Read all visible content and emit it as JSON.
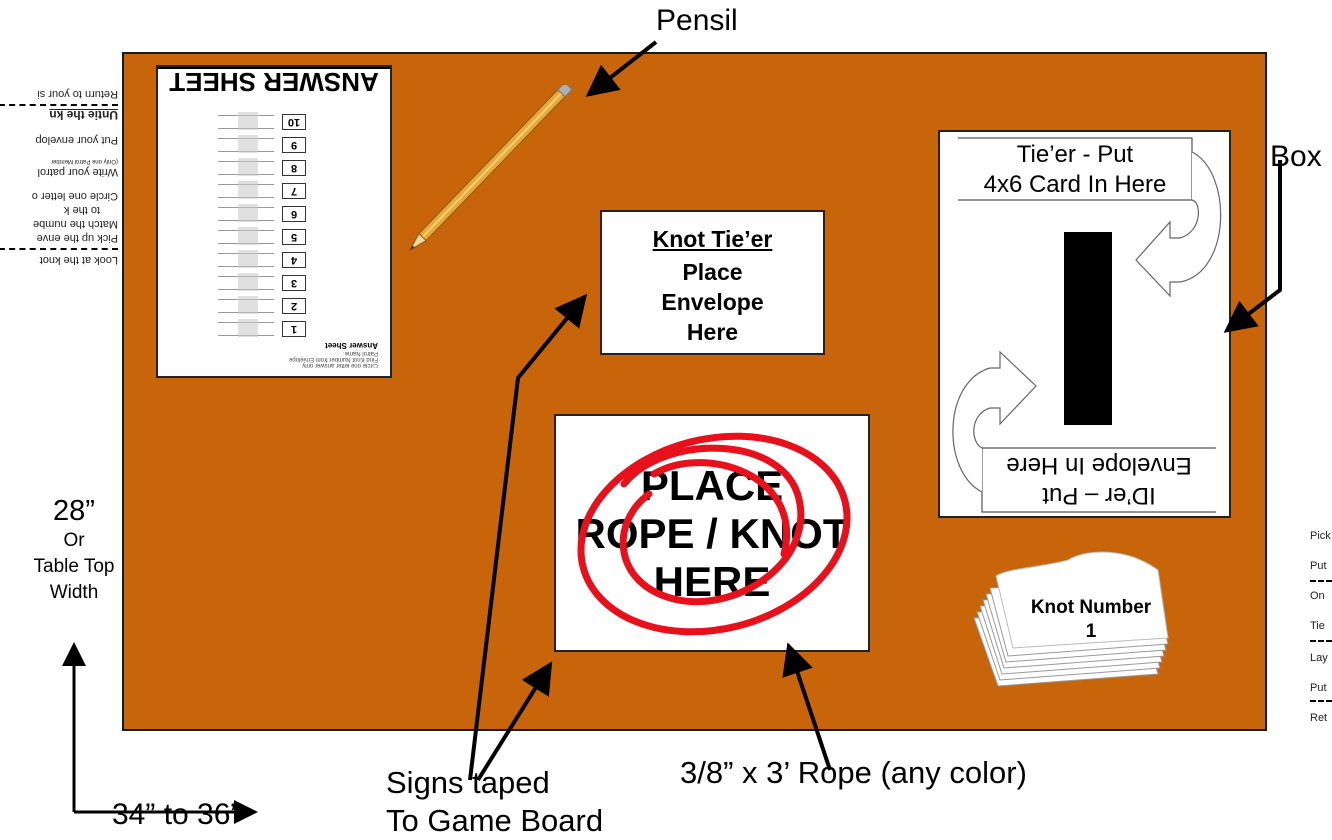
{
  "labels": {
    "pensil": "Pensil",
    "box": "Box",
    "signs_taped_line1": "Signs taped",
    "signs_taped_line2": "To Game Board",
    "rope_spec": "3/8” x 3’ Rope (any color)",
    "height_value": "28”",
    "height_or": "Or",
    "height_line3": "Table Top",
    "height_line4": "Width",
    "width_value": "34” to 36”"
  },
  "answer_sheet": {
    "title": "ANSWER SHEET",
    "rows": [
      "1",
      "2",
      "3",
      "4",
      "5",
      "6",
      "7",
      "8",
      "9",
      "10"
    ],
    "footer_title": "Answer Sheet",
    "footer_line1": "Patrol Name:",
    "footer_line2": "Find Knot Number from Envelope",
    "footer_line3": "Circle one letter answer only"
  },
  "tier_sign": {
    "line1": "Knot Tie’er",
    "line2": "Place",
    "line3": "Envelope",
    "line4": "Here"
  },
  "rope_sign": {
    "line1": "PLACE",
    "line2": "ROPE / KNOT",
    "line3": "HERE"
  },
  "box": {
    "top_label_line1": "Tie’er - Put",
    "top_label_line2": "4x6 Card In Here",
    "bottom_label_line1": "Envelope In Here",
    "bottom_label_line2": "ID’er – Put"
  },
  "envelope": {
    "line1": "Knot Number",
    "line2": "1"
  },
  "left_instructions": [
    "Return to your si",
    "Untie the kn",
    "Put your envelop",
    "(Only one Patrol Member",
    "Write your patrol",
    "Circle one letter o",
    "to the k",
    "Match the numbe",
    "Pick up the enve",
    "Look at the knot"
  ],
  "right_instructions": [
    "Pick",
    "Put",
    "On",
    "Tie",
    "Lay",
    "Put",
    "Ret"
  ],
  "colors": {
    "board": "#c8650a",
    "circle": "#e8101a",
    "box_bar": "#000000"
  }
}
